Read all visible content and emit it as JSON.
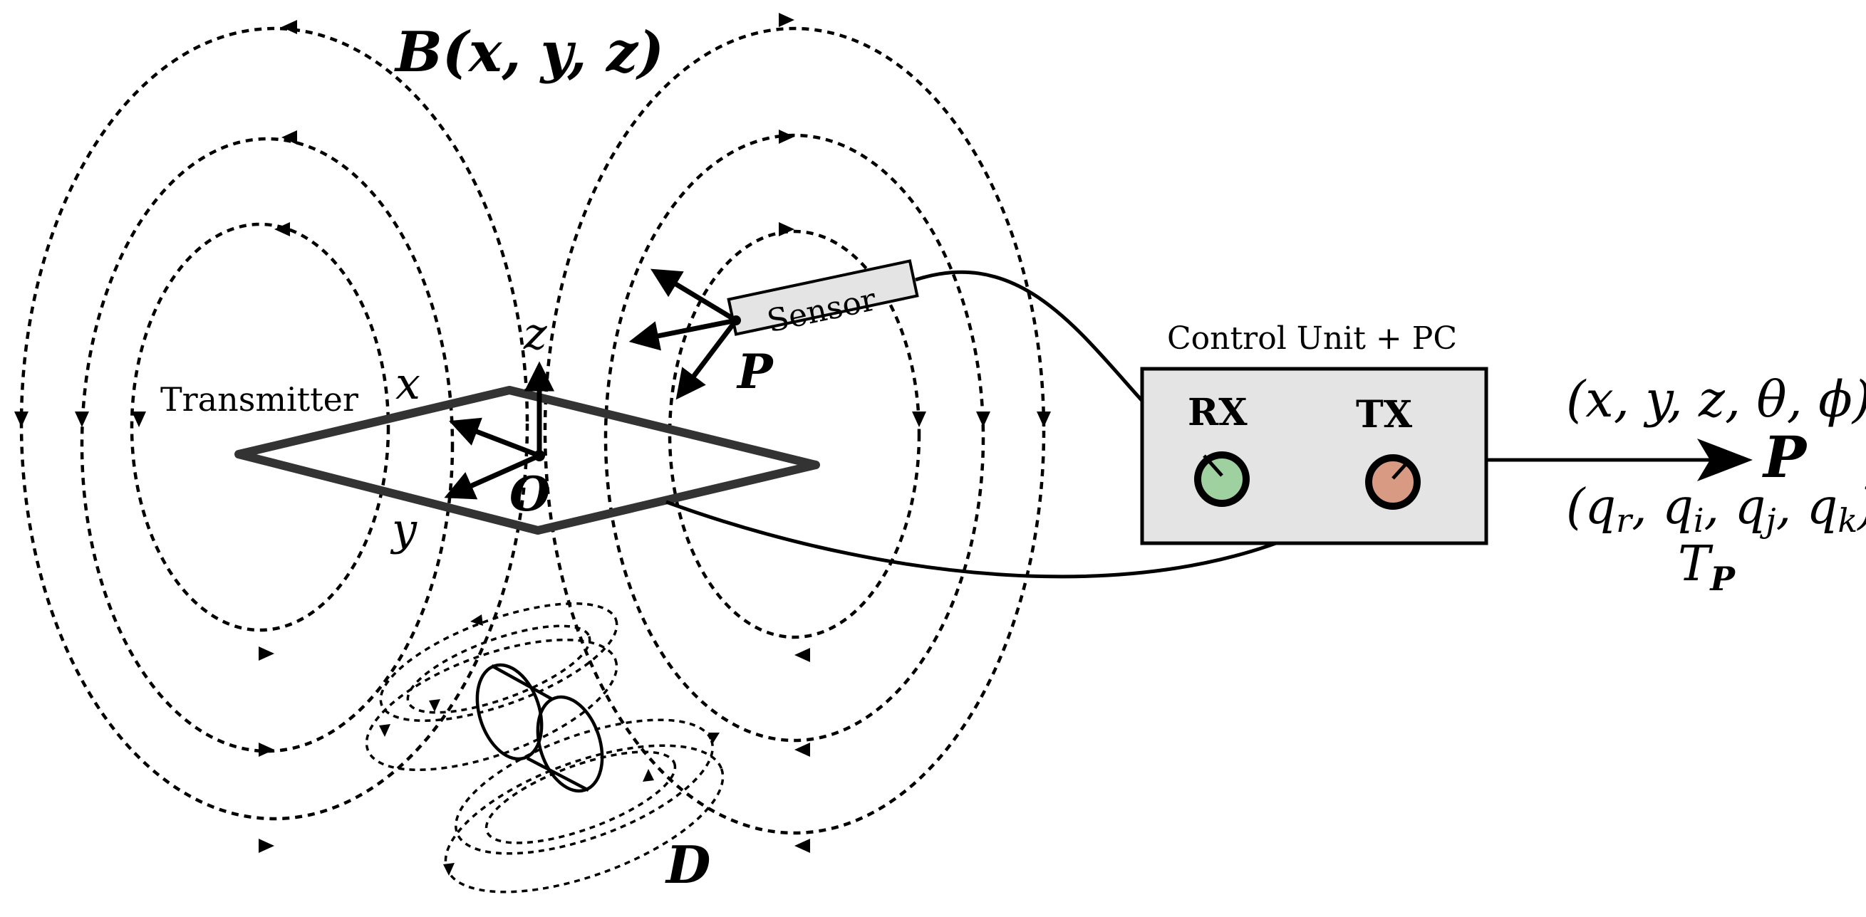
{
  "field_label": "B(x, y, z)",
  "transmitter_label": "Transmitter",
  "axes": {
    "x": "x",
    "y": "y",
    "z": "z",
    "origin": "O"
  },
  "sensor": {
    "label": "Sensor",
    "point": "P"
  },
  "distortion_label": "D",
  "control_unit": {
    "title": "Control Unit + PC",
    "rx_label": "RX",
    "tx_label": "TX"
  },
  "output": {
    "pose_euler": "(x, y, z, θ, ϕ)",
    "pose_point": "P",
    "pose_quat": "(q",
    "quat_parts": [
      "r",
      ", q",
      "i",
      ", q",
      "j",
      ", q",
      "k",
      ")"
    ],
    "transform": "T",
    "transform_sub": "P"
  },
  "colors": {
    "rx": "#9fd09f",
    "tx": "#d99a84",
    "box": "#e4e4e4",
    "transmitter": "#333333"
  }
}
